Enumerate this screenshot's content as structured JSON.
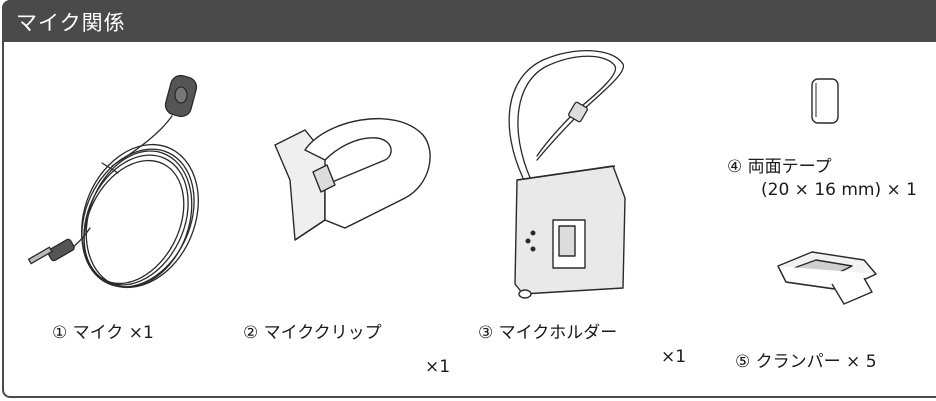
{
  "section": {
    "title": "マイク関係"
  },
  "items": [
    {
      "caption": "① マイク ×1"
    },
    {
      "caption": "② マイククリップ",
      "quantity": "×1"
    },
    {
      "caption": "③ マイクホルダー",
      "quantity": "×1"
    },
    {
      "caption": "④ 両面テープ",
      "detail": "(20 × 16 mm) × 1"
    },
    {
      "caption": "⑤ クランパー × 5"
    }
  ],
  "colors": {
    "header": "#4a4a4a",
    "line": "#2a2a2a",
    "fill_dark": "#555555",
    "fill_light": "#e9e9e9"
  }
}
